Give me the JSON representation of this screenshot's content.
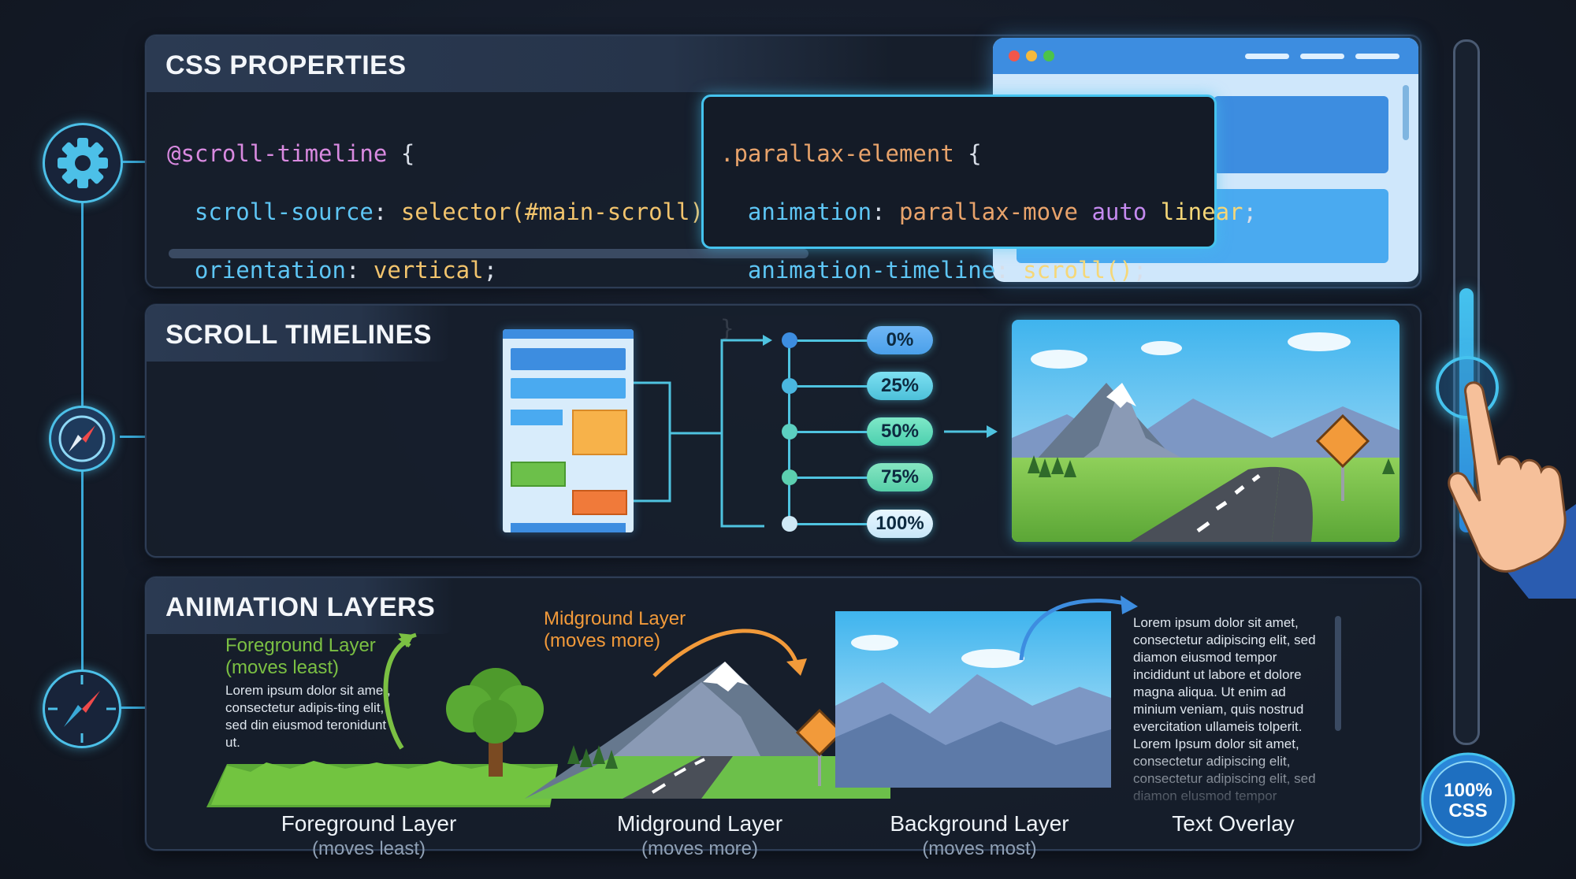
{
  "panels": {
    "css": {
      "title": "CSS PROPERTIES"
    },
    "timelines": {
      "title": "SCROLL TIMELINES"
    },
    "layers": {
      "title": "ANIMATION LAYERS"
    }
  },
  "code_left": {
    "l1_at": "@scroll-timeline",
    "l1_brace": " {",
    "l2_prop": "scroll-source",
    "l2_val": "selector(#main-scroll)",
    "l3_prop": "orientation",
    "l3_val": "vertical",
    "l4": "}"
  },
  "code_right": {
    "l1_sel": ".parallax-element",
    "l1_brace": " {",
    "l2_prop": "animation",
    "l2_val1": "parallax-move",
    "l2_val2": "auto",
    "l2_val3": "linear",
    "l3_prop": "animation-timeline",
    "l3_val": "scroll()",
    "l4": "}"
  },
  "progress_steps": [
    "0%",
    "25%",
    "50%",
    "75%",
    "100%"
  ],
  "annotations": {
    "foreground_title": "Foreground Layer",
    "foreground_sub": "(moves least)",
    "foreground_text": "Lorem ipsum dolor sit amet, consectetur adipis-ting elit, sed din eiusmod teronidunt ut.",
    "midground_title": "Midground Layer",
    "midground_sub": "(moves more)"
  },
  "text_overlay": "Lorem ipsum dolor sit amet, consectetur adipiscing elit, sed diamon eiusmod tempor incididunt ut labore et dolore magna aliqua. Ut enim ad minium veniam, quis nostrud evercitation ullameis tolperit. Lorem Ipsum dolor sit amet, consectetur adipiscing elit, consectetur adipiscing elit, sed diamon elusmod tempor",
  "layer_labels": [
    {
      "title": "Foreground Layer",
      "sub": "(moves least)"
    },
    {
      "title": "Midground Layer",
      "sub": "(moves more)"
    },
    {
      "title": "Background Layer",
      "sub": "(moves most)"
    },
    {
      "title": "Text Overlay",
      "sub": ""
    }
  ],
  "badge": {
    "line1": "100%",
    "line2": "CSS"
  },
  "icons": [
    "gear-icon",
    "compass-icon",
    "compass-needle-icon",
    "hand-pointer-icon"
  ],
  "colors": {
    "accent": "#4cc0e8",
    "orange": "#f29a3a",
    "green": "#7bc043",
    "panel_border": "#2e3d55"
  }
}
